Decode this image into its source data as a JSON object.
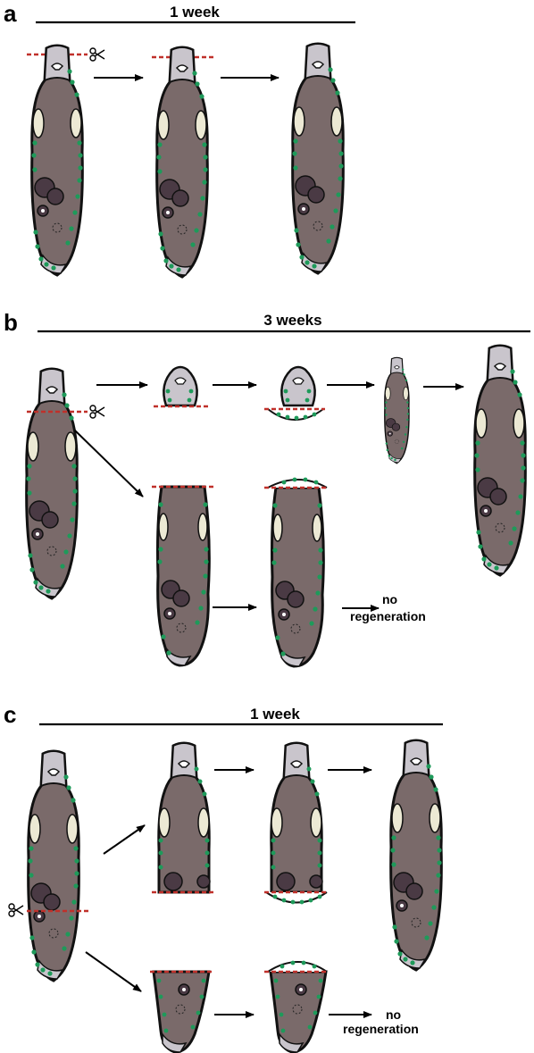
{
  "panels": {
    "a": {
      "label": "a",
      "timeline": "1 week"
    },
    "b": {
      "label": "b",
      "timeline": "3 weeks",
      "no_regen_line1": "no",
      "no_regen_line2": "regeneration"
    },
    "c": {
      "label": "c",
      "timeline": "1 week",
      "no_regen_line1": "no",
      "no_regen_line2": "regeneration"
    }
  },
  "colors": {
    "body": "#7a6a6a",
    "head": "#c9c5cc",
    "outline": "#111111",
    "dots": "#1e9a5a",
    "cut": "#c0302a",
    "pharynx": "#4a3a44",
    "eyespot": "#ece9d4",
    "line": "#000000"
  },
  "icons": {
    "scissors": "scissors-icon"
  }
}
